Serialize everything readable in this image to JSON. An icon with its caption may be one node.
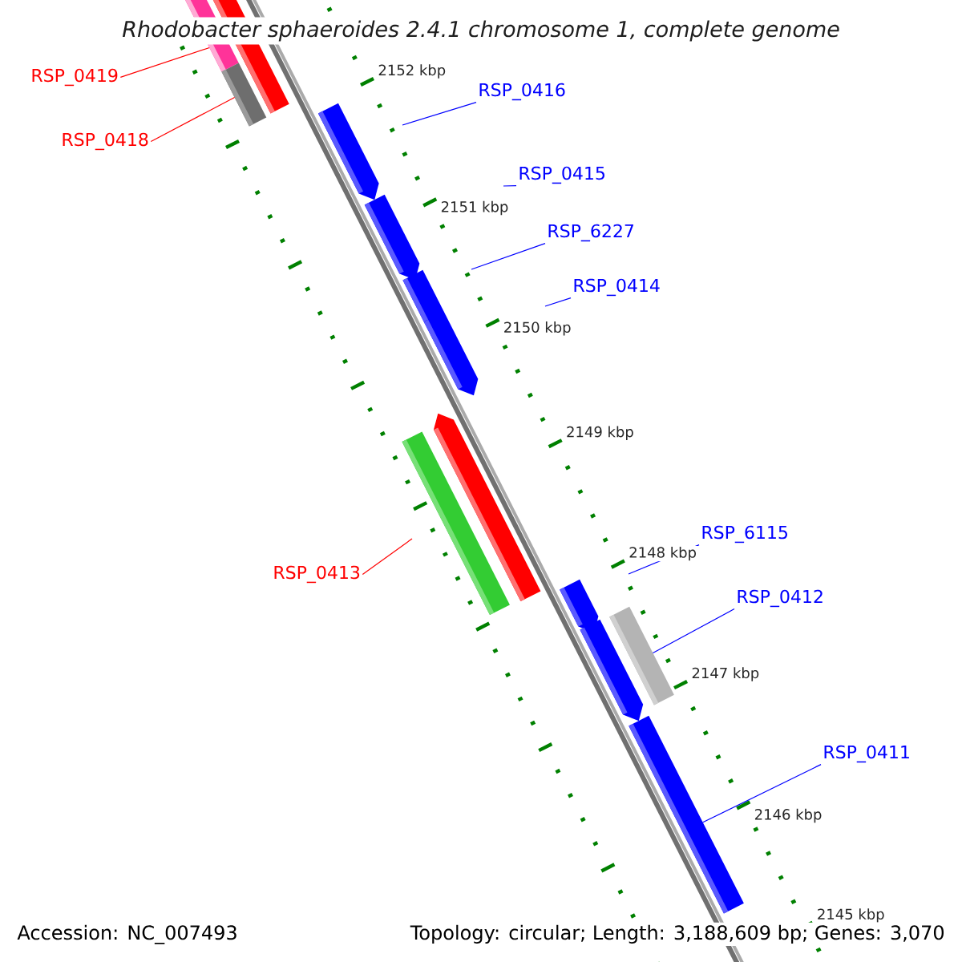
{
  "diagram": {
    "title": "Rhodobacter sphaeroides 2.4.1 chromosome 1, complete genome",
    "nodes": [
      {
        "text": [
          "RSP_0419"
        ]
      },
      {
        "text": [
          "RSP_0416"
        ]
      },
      {
        "text": [
          "RSP_0418"
        ]
      },
      {
        "text": [
          "RSP_0415"
        ]
      },
      {
        "text": [
          "RSP_6227"
        ]
      },
      {
        "text": [
          "RSP_0414"
        ]
      },
      {
        "text": [
          "RSP_6115"
        ]
      },
      {
        "text": [
          "RSP_0413"
        ]
      },
      {
        "text": [
          "RSP_0412"
        ]
      },
      {
        "text": [
          "RSP_0411"
        ]
      },
      {
        "text": [],
        "shape": "bar"
      },
      {
        "text": [],
        "shape": "bar"
      },
      {
        "text": [],
        "shape": "bar"
      },
      {
        "text": [],
        "shape": "bar"
      },
      {
        "text": [],
        "shape": "bar"
      },
      {
        "text": [],
        "shape": "pentagon"
      },
      {
        "text": [],
        "shape": "pentagon"
      },
      {
        "text": [],
        "shape": "pentagon"
      },
      {
        "text": [],
        "shape": "pentagon"
      },
      {
        "text": [],
        "shape": "pentagon"
      },
      {
        "text": [],
        "shape": "bar"
      },
      {
        "text": [],
        "shape": "pentagon"
      },
      {
        "text": [],
        "shape": "pentagon"
      }
    ],
    "edges": [
      {
        "from": 0,
        "to": 10,
        "arrow": "none",
        "color": "#ff0000"
      },
      {
        "from": 1,
        "to": null,
        "arrow": "none"
      },
      {
        "from": 2,
        "to": 11,
        "arrow": "none",
        "color": "#ff0000"
      },
      {
        "from": 3,
        "to": null,
        "arrow": "none"
      },
      {
        "from": 4,
        "to": null,
        "arrow": "none"
      },
      {
        "from": 5,
        "to": null,
        "arrow": "none"
      },
      {
        "from": 6,
        "to": null,
        "arrow": "none"
      },
      {
        "from": 7,
        "to": null,
        "arrow": "none",
        "color": "#ff0000"
      },
      {
        "from": 8,
        "to": 13,
        "arrow": "none"
      },
      {
        "from": 9,
        "to": 12,
        "arrow": "none"
      }
    ],
    "labels": [
      "2152 kbp",
      "2151 kbp",
      "2150 kbp",
      "2149 kbp",
      "2148 kbp",
      "2147 kbp",
      "2146 kbp",
      "2145 kbp",
      "Accession: NC_007493",
      "Topology: circular; Length: 3,188,609 bp; Genes: 3,070"
    ]
  }
}
